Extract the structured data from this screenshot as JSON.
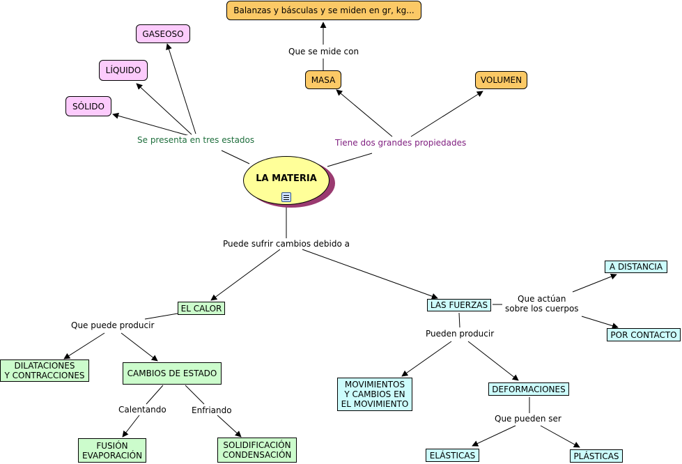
{
  "center": {
    "title": "LA MATERIA",
    "icon": "document-resource-icon"
  },
  "colors": {
    "states": "#fccbfc",
    "properties": "#fbc966",
    "heat": "#ccfccc",
    "forces": "#ccfcfc",
    "center": "#ffff99",
    "label_states": "#1e6e3c",
    "label_properties": "#7e1c7e"
  },
  "nodes": {
    "gaseoso": "GASEOSO",
    "liquido": "LÍQUIDO",
    "solido": "SÓLIDO",
    "balanzas": "Balanzas y básculas y se miden en gr, kg...",
    "masa": "MASA",
    "volumen": "VOLUMEN",
    "el_calor": "EL CALOR",
    "las_fuerzas": "LAS FUERZAS",
    "dilataciones": [
      "DILATACIONES",
      "Y CONTRACCIONES"
    ],
    "cambios_estado": "CAMBIOS DE ESTADO",
    "fusion": [
      "FUSIÓN",
      "EVAPORACIÓN"
    ],
    "solidificacion": [
      "SOLIDIFICACIÓN",
      "CONDENSACIÓN"
    ],
    "a_distancia": "A DISTANCIA",
    "por_contacto": "POR CONTACTO",
    "movimientos": [
      "MOVIMIENTOS",
      "Y CAMBIOS EN",
      "EL MOVIMIENTO"
    ],
    "deformaciones": "DEFORMACIONES",
    "elasticas": "ELÁSTICAS",
    "plasticas": "PLÁSTICAS"
  },
  "links": {
    "tres_estados": "Se presenta en tres estados",
    "propiedades": "Tiene dos grandes propiedades",
    "se_mide": "Que se mide con",
    "cambios": "Puede sufrir cambios debido a",
    "puede_producir": "Que puede producir",
    "calentando": "Calentando",
    "enfriando": "Enfriando",
    "actuan": [
      "Que actúan",
      "sobre los cuerpos"
    ],
    "pueden_producir": "Pueden producir",
    "pueden_ser": "Que pueden ser"
  }
}
